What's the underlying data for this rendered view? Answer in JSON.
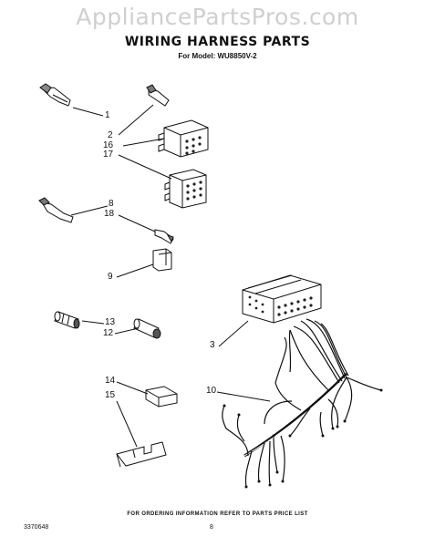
{
  "watermark": "AppliancePartsPros.com",
  "title": "WIRING HARNESS PARTS",
  "subtitle": "For Model: WU8850V-2",
  "callouts": {
    "c1": "1",
    "c2": "2",
    "c16": "16",
    "c17": "17",
    "c8": "8",
    "c18": "18",
    "c9": "9",
    "c3": "3",
    "c13": "13",
    "c12": "12",
    "c14": "14",
    "c15": "15",
    "c10": "10"
  },
  "footer": {
    "note": "FOR ORDERING INFORMATION REFER TO PARTS PRICE LIST",
    "doc_number": "3370648",
    "page": "8"
  }
}
